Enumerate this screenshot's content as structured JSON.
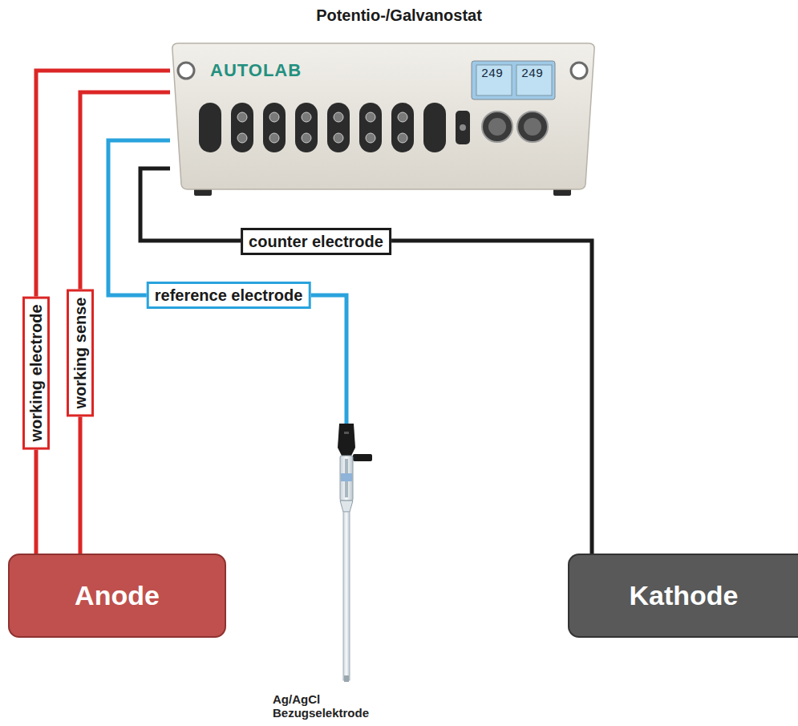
{
  "diagram": {
    "title": "Potentio-/Galvanostat",
    "nodes": [
      {
        "text": [
          "AUTOLAB"
        ]
      },
      {
        "text": [
          "Anode"
        ]
      },
      {
        "text": [
          "Ag/AgCl Bezugselektrode"
        ]
      },
      {
        "text": [
          "Kathode"
        ]
      }
    ],
    "edges": [
      {
        "from": 0,
        "to": 1,
        "arrow": "none",
        "label": "working electrode"
      },
      {
        "from": 0,
        "to": 1,
        "arrow": "none",
        "label": "working sense"
      },
      {
        "from": 0,
        "to": 2,
        "arrow": "none",
        "label": "reference electrode"
      },
      {
        "from": 0,
        "to": 3,
        "arrow": "none",
        "label": "counter electrode"
      }
    ],
    "labels": [
      "249",
      "249"
    ]
  }
}
